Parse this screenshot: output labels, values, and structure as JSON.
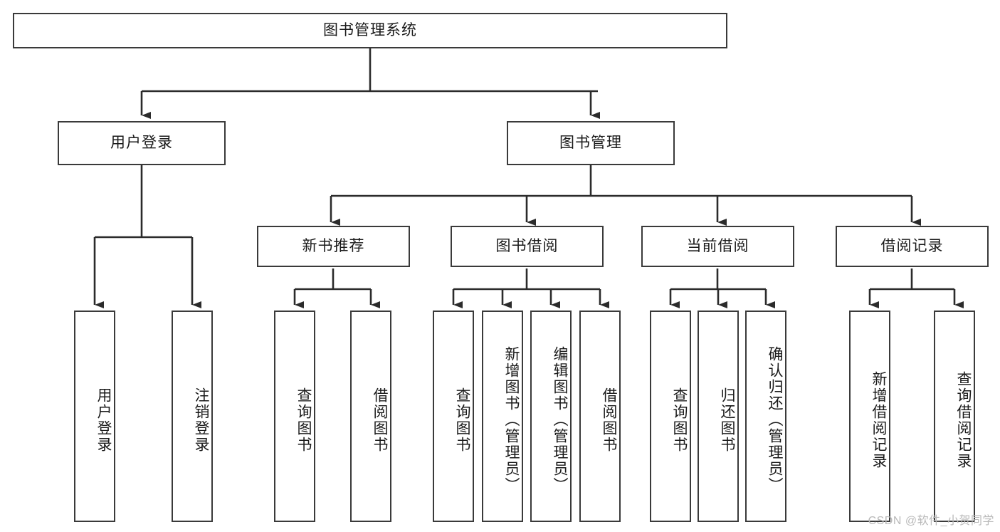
{
  "diagram": {
    "title": "图书管理系统",
    "type": "tree",
    "watermark": "CSDN @软件_小贺同学",
    "colors": {
      "stroke": "#3a3a3a",
      "fill": "#ffffff",
      "text": "#1a1a1a",
      "watermark": "#b9b9b9"
    },
    "levels": {
      "root": {
        "label": "图书管理系统"
      },
      "level2": [
        {
          "id": "user-login",
          "label": "用户登录"
        },
        {
          "id": "book-manage",
          "label": "图书管理"
        }
      ],
      "level3": [
        {
          "id": "new-book-recommend",
          "label": "新书推荐"
        },
        {
          "id": "book-borrow",
          "label": "图书借阅"
        },
        {
          "id": "current-borrow",
          "label": "当前借阅"
        },
        {
          "id": "borrow-record",
          "label": "借阅记录"
        }
      ],
      "leaves": [
        {
          "id": "leaf-user-login",
          "label": "用户登录",
          "parent": "user-login"
        },
        {
          "id": "leaf-user-logout",
          "label": "注销登录",
          "parent": "user-login"
        },
        {
          "id": "leaf-query-book-1",
          "label": "查询图书",
          "parent": "new-book-recommend"
        },
        {
          "id": "leaf-borrow-book-1",
          "label": "借阅图书",
          "parent": "new-book-recommend"
        },
        {
          "id": "leaf-query-book-2",
          "label": "查询图书",
          "parent": "book-borrow"
        },
        {
          "id": "leaf-add-book",
          "label": "新增图书（管理员）",
          "parent": "book-borrow"
        },
        {
          "id": "leaf-edit-book",
          "label": "编辑图书（管理员）",
          "parent": "book-borrow"
        },
        {
          "id": "leaf-borrow-book-2",
          "label": "借阅图书",
          "parent": "book-borrow"
        },
        {
          "id": "leaf-query-book-3",
          "label": "查询图书",
          "parent": "current-borrow"
        },
        {
          "id": "leaf-return-book",
          "label": "归还图书",
          "parent": "current-borrow"
        },
        {
          "id": "leaf-confirm-return",
          "label": "确认归还（管理员）",
          "parent": "current-borrow"
        },
        {
          "id": "leaf-add-record",
          "label": "新增借阅记录",
          "parent": "borrow-record"
        },
        {
          "id": "leaf-query-record",
          "label": "查询借阅记录",
          "parent": "borrow-record"
        }
      ]
    }
  }
}
